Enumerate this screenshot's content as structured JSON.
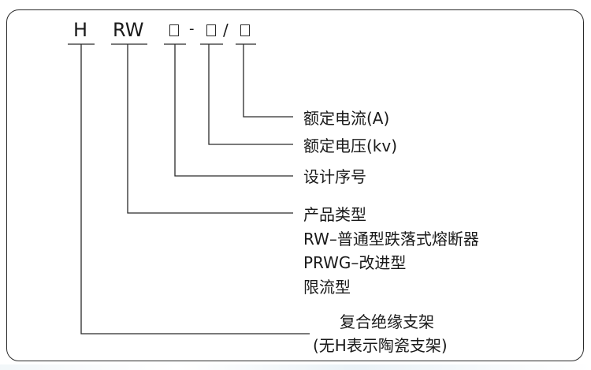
{
  "code": {
    "h": "H",
    "rw": "RW",
    "dash": "-",
    "slash": "/"
  },
  "labels": {
    "rated_current": "额定电流(A)",
    "rated_voltage": "额定电压(kv)",
    "design_serial": "设计序号",
    "product_type": "产品类型",
    "product_type_rw": "RW–普通型跌落式熔断器",
    "product_type_prwg": "PRWG–改进型",
    "product_type_limit": "限流型",
    "composite_support": "复合绝缘支架",
    "no_h_note": "(无H表示陶瓷支架)"
  }
}
